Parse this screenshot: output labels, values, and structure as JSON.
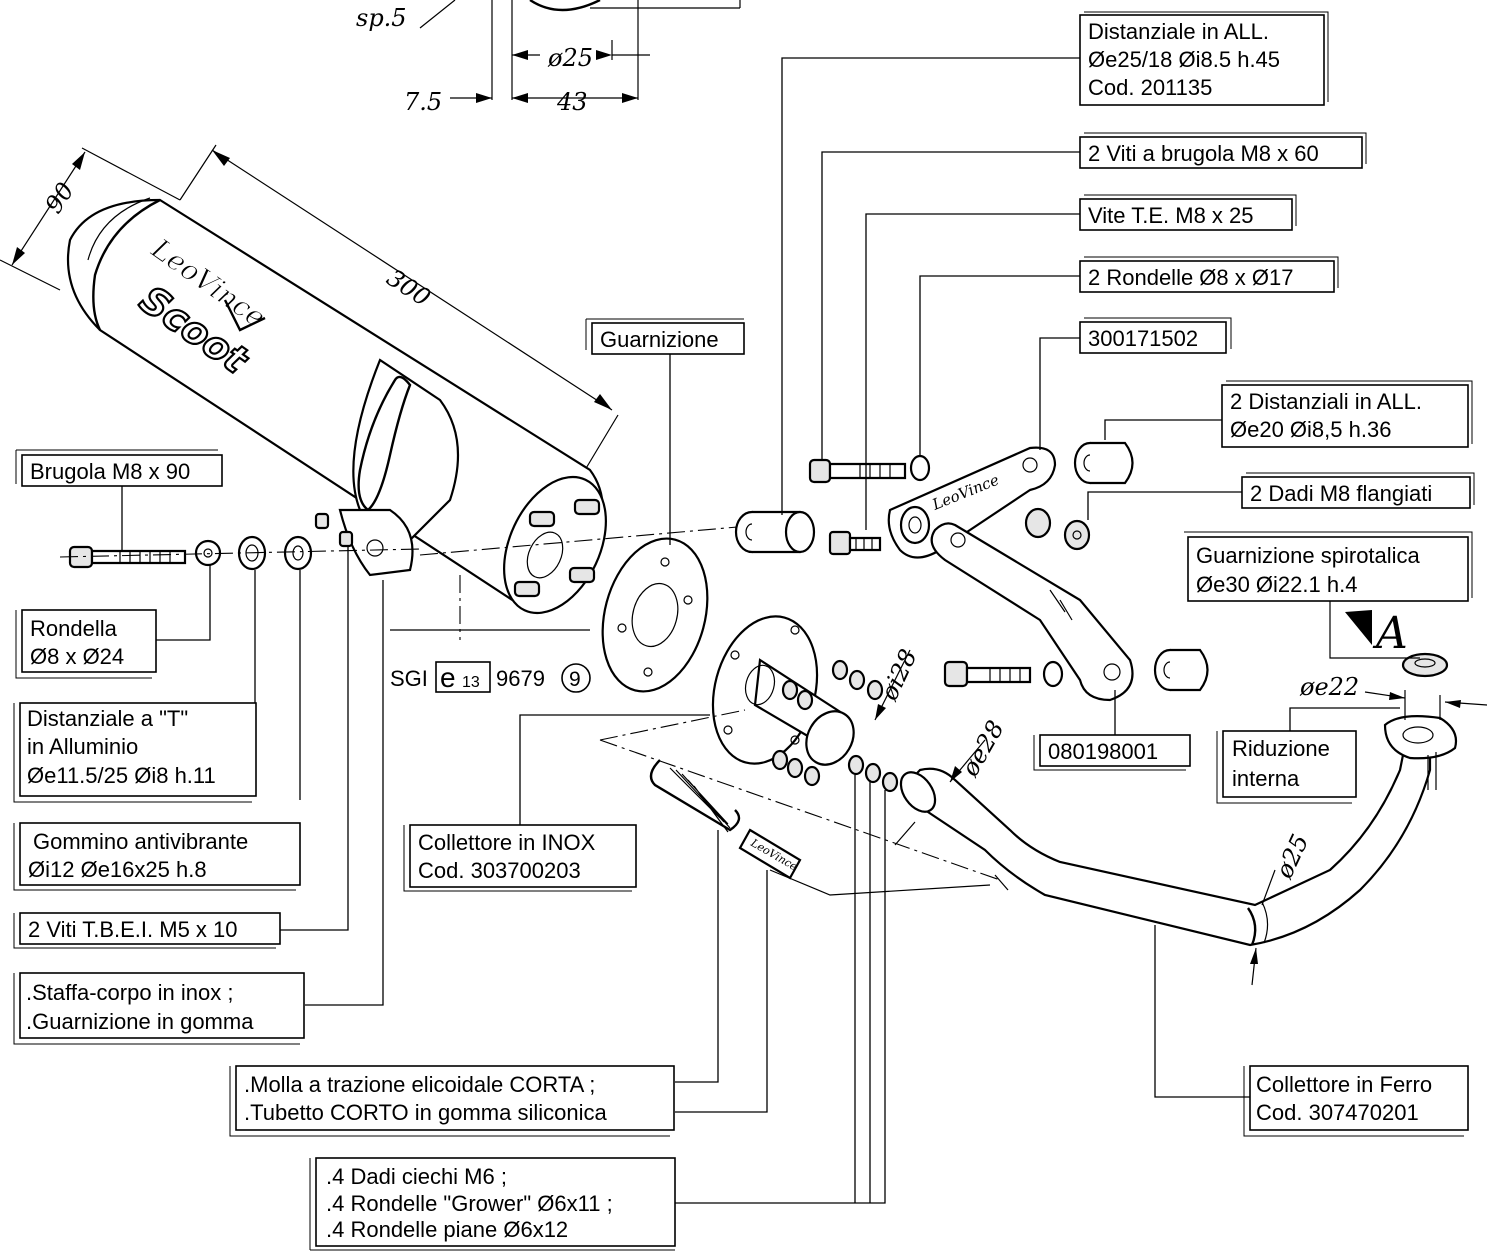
{
  "labels": {
    "distanziale_all": [
      "Distanziale in ALL.",
      "Øe25/18 Øi8.5 h.45",
      "Cod. 201135"
    ],
    "viti_brugola": [
      "2 Viti a brugola M8 x 60"
    ],
    "vite_te": [
      "Vite T.E. M8 x 25"
    ],
    "rondelle_8x17": [
      "2 Rondelle Ø8 x Ø17"
    ],
    "staffa_code": [
      "300171502"
    ],
    "distanziali_all": [
      "2 Distanziali in ALL.",
      "Øe20 Øi8,5 h.36"
    ],
    "dadi_flangiati": [
      "2 Dadi M8 flangiati"
    ],
    "guarnizione_spirotalica": [
      "Guarnizione spirotalica",
      "Øe30 Øi22.1 h.4"
    ],
    "guarnizione": [
      "Guarnizione"
    ],
    "brugola_m8x90": [
      "Brugola M8 x 90"
    ],
    "rondella": [
      "Rondella",
      "Ø8 x Ø24"
    ],
    "distanziale_t": [
      "Distanziale a \"T\"",
      "in Alluminio",
      "Øe11.5/25 Øi8 h.11"
    ],
    "gommino": [
      "Gommino antivibrante",
      "Øi12 Øe16x25 h.8"
    ],
    "viti_tbei": [
      "2 Viti T.B.E.I. M5 x 10"
    ],
    "staffa_corpo": [
      ".Staffa-corpo in inox ;",
      ".Guarnizione in gomma"
    ],
    "collettore_inox": [
      "Collettore in INOX",
      "Cod. 303700203"
    ],
    "code_080198001": [
      "080198001"
    ],
    "riduzione": [
      "Riduzione",
      "interna"
    ],
    "molla": [
      ".Molla a trazione elicoidale CORTA ;",
      ".Tubetto CORTO in gomma siliconica"
    ],
    "dadi_ciechi": [
      ".4 Dadi ciechi M6 ;",
      ".4 Rondelle \"Grower\" Ø6x11 ;",
      ".4 Rondelle piane Ø6x12"
    ],
    "collettore_ferro": [
      "Collettore in Ferro",
      "Cod. 307470201"
    ]
  },
  "homologation": {
    "prefix": "SGI",
    "mark": "e",
    "mark_sub": "13",
    "number": "9679",
    "circled": "9"
  },
  "dimensions": {
    "sp": "sp.5",
    "d25_top": "ø25",
    "d7_5": "7.5",
    "d43": "43",
    "d90": "90",
    "d300": "300",
    "di28": "øi28",
    "de28": "øe28",
    "de22": "øe22",
    "d25_pipe": "ø25",
    "view_a": "A"
  },
  "logos": {
    "muffler_brand": "LeoVince",
    "muffler_model": "Scoot",
    "bracket_brand": "LeoVince",
    "sleeve_brand": "LeoVince"
  }
}
